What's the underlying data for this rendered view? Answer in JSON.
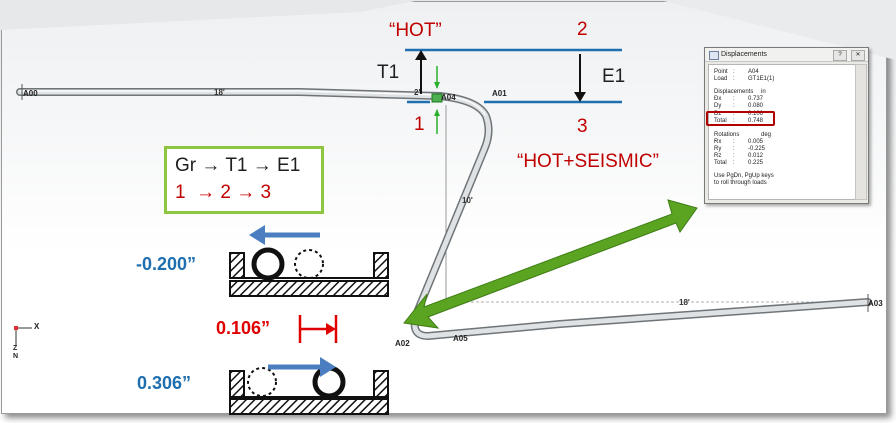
{
  "labels": {
    "hot": "“HOT”",
    "hot_seismic": "“HOT+SEISMIC”",
    "t1": "T1",
    "e1": "E1",
    "pos1": "1",
    "pos2": "2",
    "pos3": "3"
  },
  "sequence": {
    "line1": "Gr → T1 → E1",
    "line2": "1  → 2 → 3"
  },
  "displacements": {
    "left": "-0.200”",
    "gap": "0.106”",
    "right": "0.306”"
  },
  "model": {
    "nodes": [
      "A00",
      "A01",
      "A02",
      "A03",
      "A04",
      "A05"
    ],
    "dims": [
      "18'",
      "2'",
      "10'",
      "18'"
    ]
  },
  "axis": {
    "x": "X",
    "z": "Z",
    "n": "N"
  },
  "dialog": {
    "title": "Displacements",
    "point_label": "Point",
    "point_value": "A04",
    "load_label": "Load",
    "load_value": "GT1E1(1)",
    "disp_header": "Displacements -",
    "disp_unit": "in",
    "dx_label": "Dx",
    "dx_value": "0.737",
    "dy_label": "Dy",
    "dy_value": "0.080",
    "dz_label": "Dz",
    "dz_value": "0.106",
    "total1_label": "Total",
    "total1_value": "0.748",
    "rot_header": "Rotations -",
    "rot_unit": "deg",
    "rx_label": "Rx",
    "rx_value": "0.005",
    "ry_label": "Ry",
    "ry_value": "-0.225",
    "rz_label": "Rz",
    "rz_value": "0.012",
    "total2_label": "Total",
    "total2_value": "0.225",
    "hint1": "Use PgDn, PgUp keys",
    "hint2": "to roll through loads"
  },
  "colors": {
    "accent_blue": "#1f6fb0",
    "red": "#c00000",
    "green": "#5a9e1e",
    "pipe": "#c9cdd0"
  }
}
